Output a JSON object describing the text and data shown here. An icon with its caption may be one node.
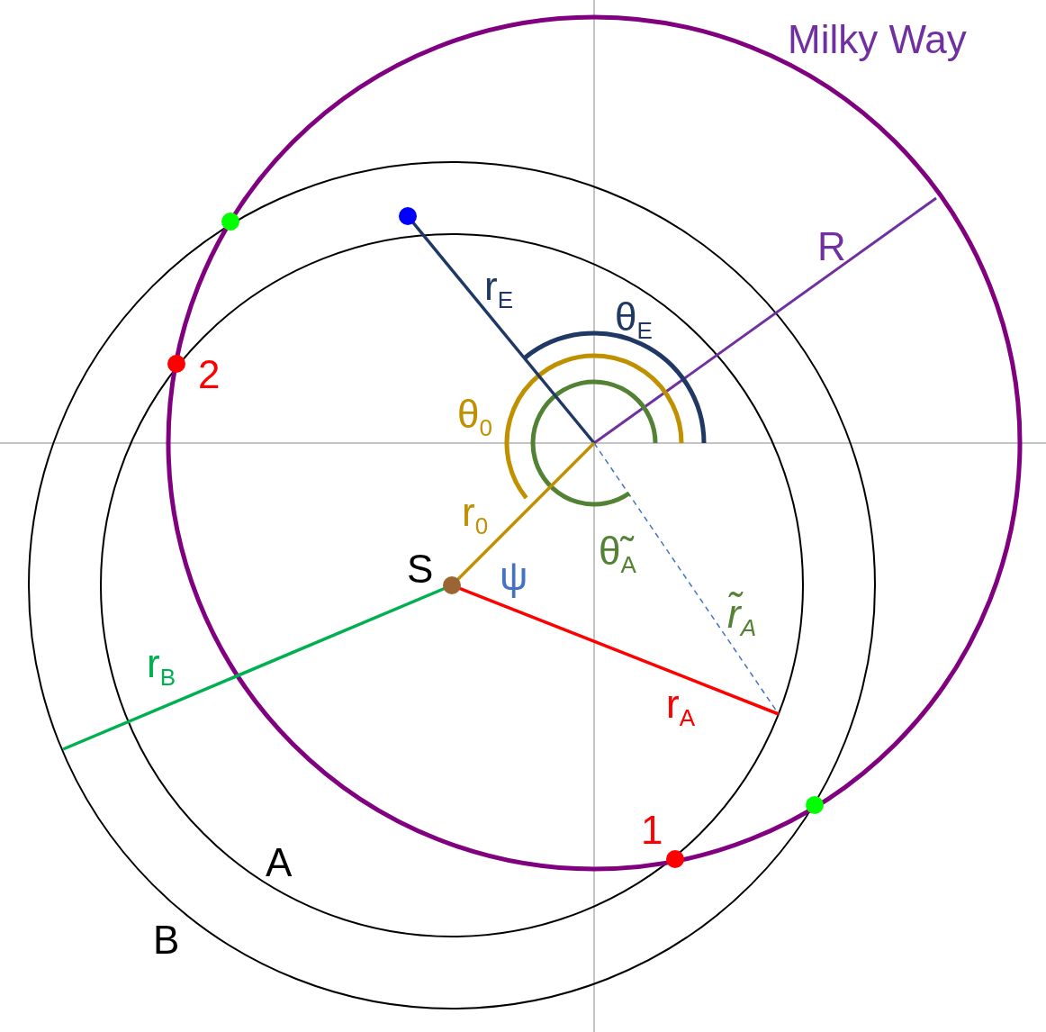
{
  "diagram": {
    "labels": [
      "Milky Way",
      "R",
      "r$_{E}$",
      "θ$_{E}$",
      "2",
      "θ$_{0}$",
      "r$_{0}$",
      "S",
      "ψ",
      "θ̃$_{A}$",
      "r̃$_{A}$",
      "r$_{B}$",
      "r$_{A}$",
      "1",
      "A",
      "B"
    ]
  }
}
